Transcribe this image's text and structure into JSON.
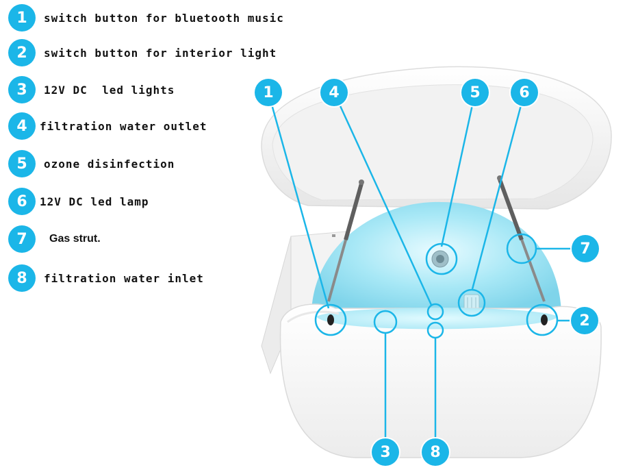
{
  "legend": [
    {
      "number": "1",
      "label": "switch button for bluetooth music"
    },
    {
      "number": "2",
      "label": "switch button for interior light"
    },
    {
      "number": "3",
      "label": "12V DC  led lights"
    },
    {
      "number": "4",
      "label": "filtration water outlet"
    },
    {
      "number": "5",
      "label": "ozone disinfection"
    },
    {
      "number": "6",
      "label": "12V DC led lamp"
    },
    {
      "number": "7",
      "label": "Gas strut."
    },
    {
      "number": "8",
      "label": "filtration water inlet"
    }
  ],
  "callouts": {
    "c1": "1",
    "c2": "2",
    "c3": "3",
    "c4": "4",
    "c5": "5",
    "c6": "6",
    "c7": "7",
    "c8": "8"
  },
  "colors": {
    "accent": "#1bb6e8",
    "water": "#bff0fb",
    "shell": "#f4f4f4"
  }
}
